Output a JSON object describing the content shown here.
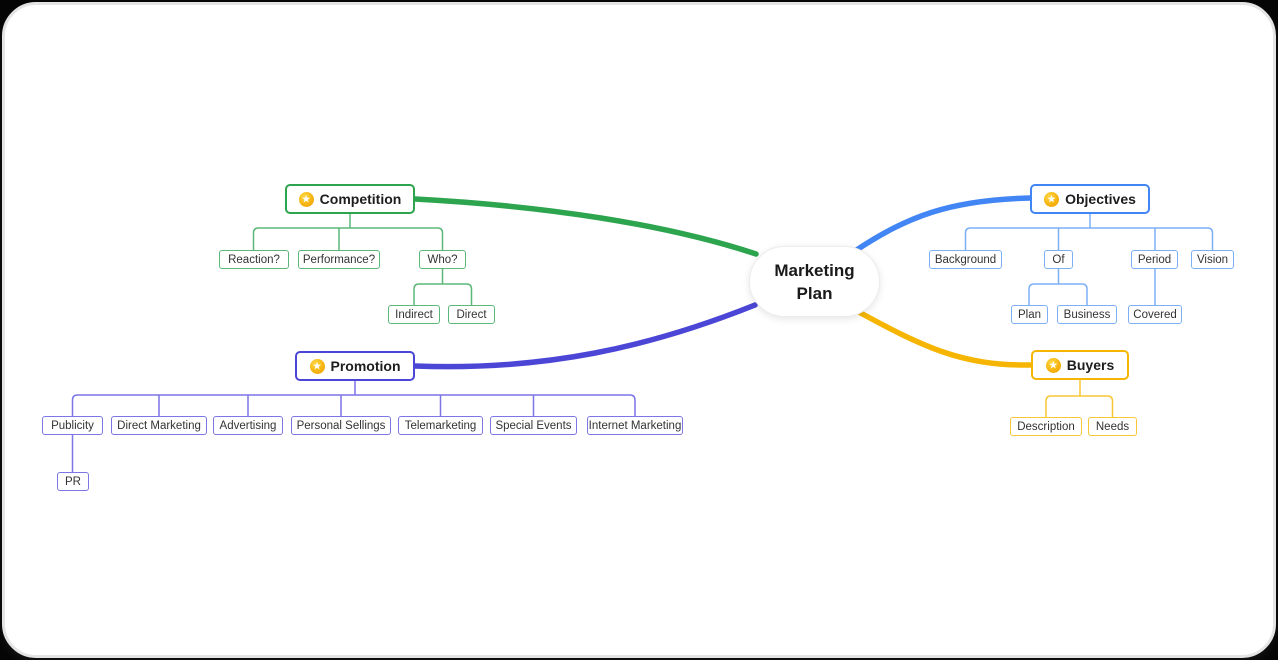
{
  "diagram": {
    "type": "mindmap",
    "central_topic": {
      "label": "Marketing Plan",
      "lines": [
        "Marketing",
        "Plan"
      ]
    }
  },
  "icons": {
    "star": "★"
  },
  "branches": [
    {
      "id": "competition",
      "label": "Competition",
      "color": "#2da44e",
      "light_color": "#5cb878",
      "children": [
        {
          "label": "Reaction?"
        },
        {
          "label": "Performance?"
        },
        {
          "label": "Who?",
          "children": [
            {
              "label": "Indirect"
            },
            {
              "label": "Direct"
            }
          ]
        }
      ]
    },
    {
      "id": "objectives",
      "label": "Objectives",
      "color": "#4285f4",
      "light_color": "#7cb0f5",
      "children": [
        {
          "label": "Background"
        },
        {
          "label": "Of",
          "children": [
            {
              "label": "Plan"
            },
            {
              "label": "Business"
            }
          ]
        },
        {
          "label": "Period",
          "children": [
            {
              "label": "Covered"
            }
          ]
        },
        {
          "label": "Vision"
        }
      ]
    },
    {
      "id": "promotion",
      "label": "Promotion",
      "color": "#4c46d6",
      "light_color": "#7b75e6",
      "children": [
        {
          "label": "Publicity",
          "children": [
            {
              "label": "PR"
            }
          ]
        },
        {
          "label": "Direct Marketing"
        },
        {
          "label": "Advertising"
        },
        {
          "label": "Personal Sellings"
        },
        {
          "label": "Telemarketing"
        },
        {
          "label": "Special Events"
        },
        {
          "label": "Internet Marketing"
        }
      ]
    },
    {
      "id": "buyers",
      "label": "Buyers",
      "color": "#f5b502",
      "light_color": "#f8c636",
      "children": [
        {
          "label": "Description"
        },
        {
          "label": "Needs"
        }
      ]
    }
  ]
}
